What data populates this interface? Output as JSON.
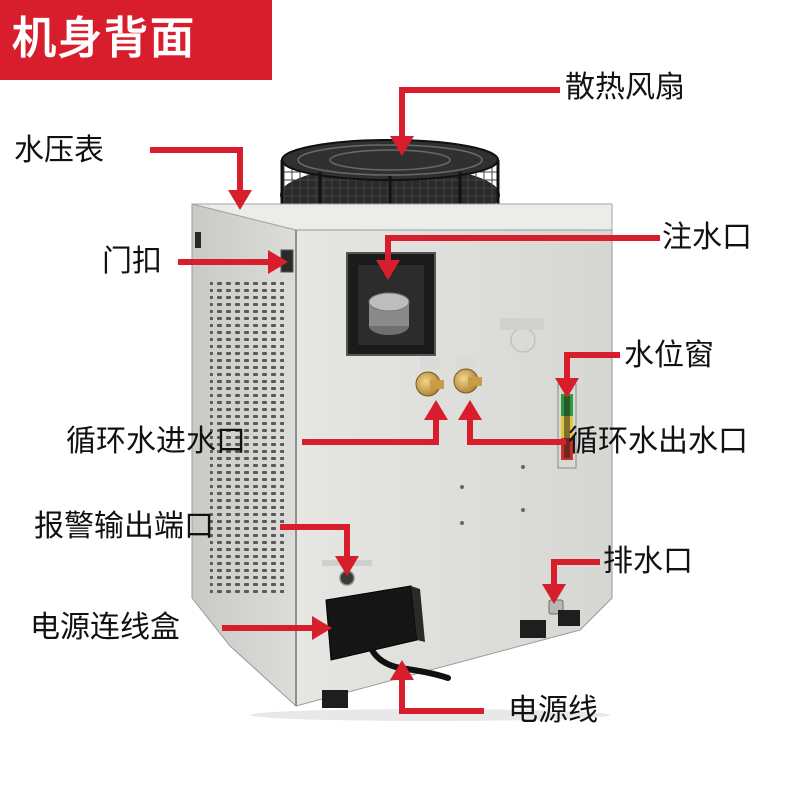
{
  "title": "机身背面",
  "colors": {
    "accent": "#d81e2c",
    "cabinet": "#e4e4e2",
    "fan_guard": "#1a1a1a",
    "background": "#ffffff"
  },
  "labels": {
    "cooling_fan": "散热风扇",
    "water_pressure_gauge": "水压表",
    "door_latch": "门扣",
    "water_fill_port": "注水口",
    "water_level_window": "水位窗",
    "circulating_water_inlet": "循环水进水口",
    "circulating_water_outlet": "循环水出水口",
    "alarm_output_port": "报警输出端口",
    "drain_port": "排水口",
    "power_junction_box": "电源连线盒",
    "power_cord": "电源线"
  }
}
